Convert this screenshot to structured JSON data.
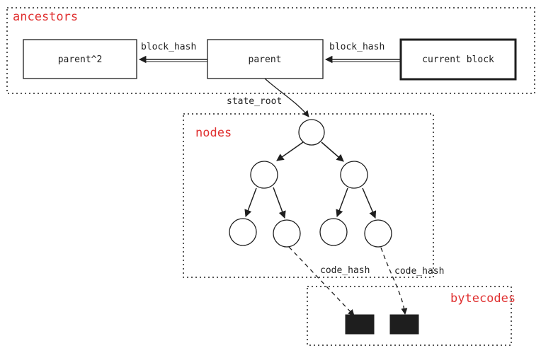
{
  "groups": {
    "ancestors": "ancestors",
    "nodes": "nodes",
    "bytecodes": "bytecodes"
  },
  "blocks": {
    "grandparent": "parent^2",
    "parent": "parent",
    "current": "current block"
  },
  "edges": {
    "current_to_parent": "block_hash",
    "parent_to_grandparent": "block_hash",
    "parent_to_root": "state_root",
    "leaf_to_bytecode_1": "code_hash",
    "leaf_to_bytecode_2": "code_hash"
  },
  "colors": {
    "group_title": "#e03131",
    "stroke": "#1e1e1e",
    "bytecode_fill": "#1e1e1e"
  }
}
